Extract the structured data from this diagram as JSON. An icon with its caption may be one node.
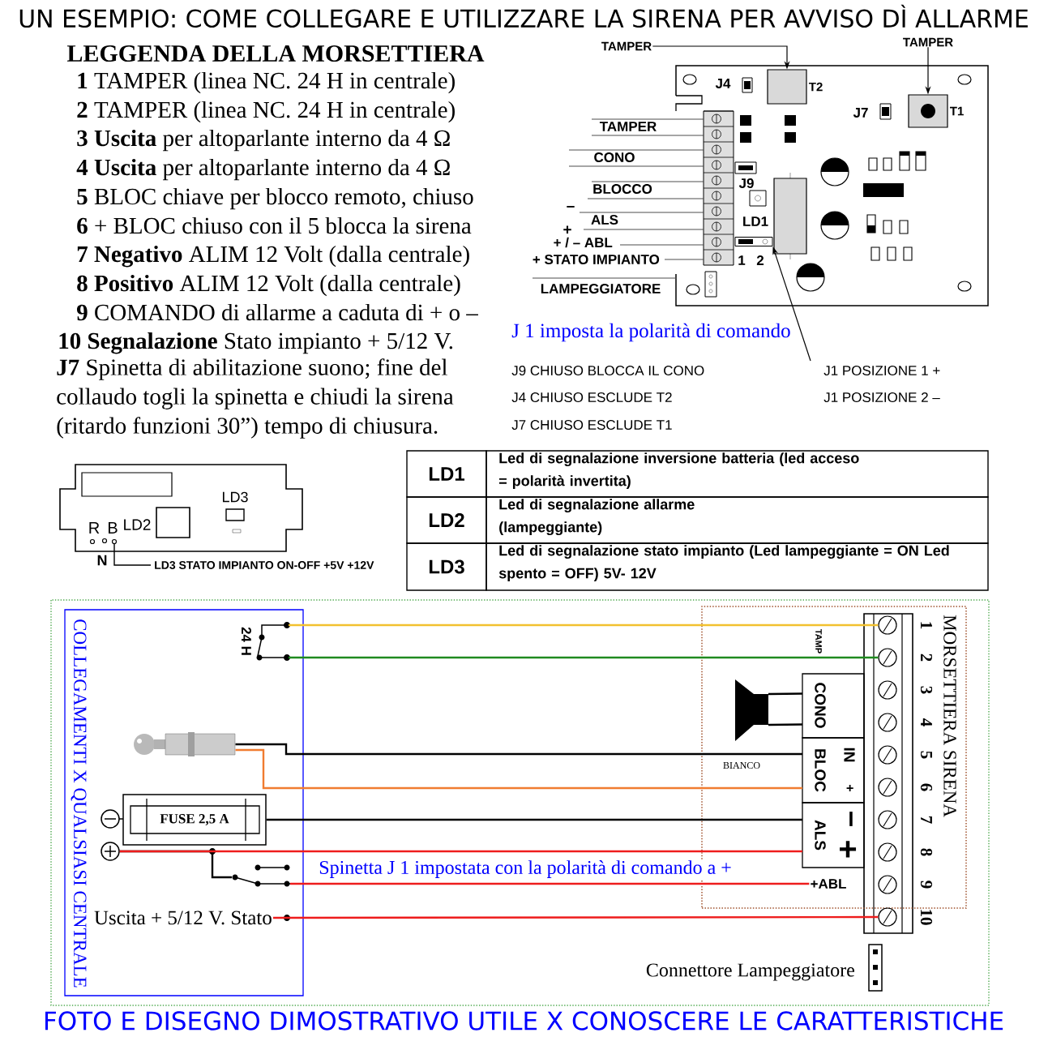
{
  "diagram": {
    "title": "UN ESEMPIO: COME COLLEGARE E UTILIZZARE LA SIRENA PER AVVISO DÌ ALLARME",
    "caption": "FOTO E DISEGNO DIMOSTRATIVO UTILE X CONOSCERE LE CARATTERISTICHE",
    "nodes": [
      {
        "text": [
          "TAMPER"
        ]
      },
      {
        "text": [
          "TAMPER"
        ]
      },
      {
        "text": [
          "T2"
        ]
      },
      {
        "text": [
          "T1"
        ]
      },
      {
        "text": [],
        "shape": "box",
        "beside": [
          "1",
          "2"
        ]
      },
      {
        "text": [
          "COLLEGAMENTI X QUALSIASI CENTRALE"
        ]
      },
      {
        "text": [
          "24 H"
        ],
        "in": 5
      },
      {
        "text": [],
        "shape": "picture",
        "in": 5
      },
      {
        "text": [
          "FUSE 2,5 A"
        ],
        "in": 5
      },
      {
        "text": [],
        "shape": "circle",
        "in": 5
      },
      {
        "text": [],
        "shape": "switch",
        "in": 5
      },
      {
        "text": [
          "Uscita + 5/12 V. Stato"
        ],
        "in": 5
      },
      {
        "text": [
          "MORSETTIERA SIRENA"
        ]
      },
      {
        "text": [],
        "shape": "speaker",
        "in": 12
      },
      {
        "text": [
          "CONO"
        ],
        "in": 12
      },
      {
        "text": [
          "BLOC",
          "IN",
          "+"
        ],
        "in": 12
      },
      {
        "text": [
          "ALS",
          "–",
          "+"
        ],
        "in": 12
      },
      {
        "text": [
          "+ABL"
        ],
        "in": 12
      },
      {
        "text": [
          "1"
        ],
        "in": 12
      },
      {
        "text": [
          "2"
        ],
        "in": 12
      },
      {
        "text": [
          "3"
        ],
        "in": 12
      },
      {
        "text": [
          "4"
        ],
        "in": 12
      },
      {
        "text": [
          "5"
        ],
        "in": 12
      },
      {
        "text": [
          "6"
        ],
        "in": 12
      },
      {
        "text": [
          "7"
        ],
        "in": 12
      },
      {
        "text": [
          "8"
        ],
        "in": 12
      },
      {
        "text": [
          "9"
        ],
        "in": 12
      },
      {
        "text": [
          "10"
        ]
      },
      {
        "text": [
          "Connettore Lampeggiatore"
        ]
      }
    ],
    "edges": [
      {
        "from": 0,
        "to": 2,
        "arrow": "to"
      },
      {
        "from": 1,
        "to": 3,
        "arrow": "to"
      },
      {
        "from": null,
        "to": 4,
        "arrow": "to"
      },
      {
        "from": 6,
        "to": 18,
        "arrow": "none",
        "color": "#f2c12e"
      },
      {
        "from": 6,
        "to": 19,
        "arrow": "none",
        "color": "#1f8a1f"
      },
      {
        "from": 13,
        "to": 14,
        "arrow": "none"
      },
      {
        "from": 13,
        "to": 14,
        "arrow": "none"
      },
      {
        "from": 7,
        "to": 15,
        "arrow": "none",
        "label": "BIANCO"
      },
      {
        "from": 7,
        "to": 15,
        "arrow": "none",
        "color": "#f07c30"
      },
      {
        "from": 8,
        "to": 16,
        "arrow": "none"
      },
      {
        "from": 9,
        "to": 10,
        "arrow": "none"
      },
      {
        "from": 9,
        "to": 16,
        "arrow": "none",
        "color": "#ee1c1c"
      },
      {
        "from": 10,
        "to": 17,
        "arrow": "none",
        "color": "#ee1c1c",
        "label": "Spinetta J 1 impostata con la polarità di comando a +"
      },
      {
        "from": 11,
        "to": 27,
        "arrow": "none",
        "color": "#ee1c1c"
      }
    ],
    "labels": [
      "LEGGENDA DELLA MORSETTIERA",
      "**1** TAMPER (linea NC. 24 H in centrale)",
      "**2** TAMPER (linea NC. 24 H in centrale)",
      "**3 Uscita** per altoparlante interno da 4 Ω",
      "**4 Uscita** per altoparlante interno da 4 Ω",
      "**5** BLOC chiave per blocco remoto, chiuso",
      "**6** + BLOC chiuso con il 5 blocca la sirena",
      "**7 Negativo** ALIM 12 Volt (dalla centrale)",
      "**8 Positivo** ALIM 12 Volt (dalla centrale)",
      "**9** COMANDO di allarme a caduta di + o –",
      "**10 Segnalazione** Stato impianto + 5/12 V.",
      "**J7** Spinetta di abilitazione suono; fine del collaudo togli la spinetta e chiudi la sirena (ritardo funzioni 30”) tempo di chiusura.",
      "J4",
      "J7",
      "J9",
      "LD1",
      "TAMPER",
      "CONO",
      "BLOCCO",
      "–",
      "ALS",
      "+",
      "+ / – ABL",
      "+ STATO IMPIANTO",
      "LAMPEGGIATORE",
      "J 1 imposta la polarità di comando",
      "J9 CHIUSO BLOCCA IL CONO",
      "J1 POSIZIONE 1 +",
      "J4 CHIUSO ESCLUDE T2",
      "J1 POSIZIONE 2 –",
      "J7 CHIUSO ESCLUDE T1",
      "LD3",
      "R",
      "B",
      "LD2",
      "N",
      "LD3 STATO IMPIANTO ON-OFF +5V +12V",
      "LD1",
      "Led di segnalazione inversione batteria (led acceso = polarità invertita)",
      "LD2",
      "Led di segnalazione allarme (lampeggiante)",
      "LD3",
      "Led di segnalazione stato impianto (Led lampeggiante = ON Led spento = OFF) 5V- 12V",
      "TAMP"
    ]
  }
}
